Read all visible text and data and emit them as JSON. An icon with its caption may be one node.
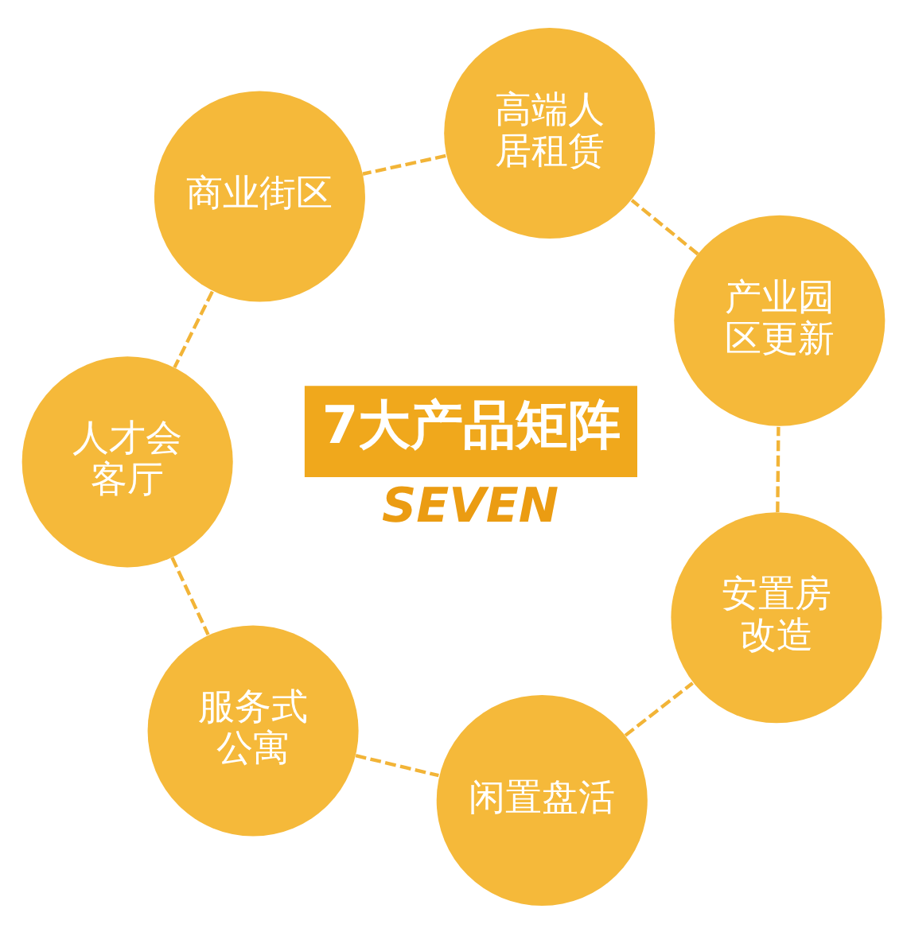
{
  "diagram": {
    "nodes": [
      {
        "text": [
          "7大产品矩阵",
          "SEVEN"
        ]
      },
      {
        "text": [
          "安置房改造"
        ]
      },
      {
        "text": [
          "产业园区更新"
        ]
      },
      {
        "text": [
          "高端人居租赁"
        ]
      },
      {
        "text": [
          "商业街区"
        ]
      },
      {
        "text": [
          "人才会客厅"
        ]
      },
      {
        "text": [
          "服务式公寓"
        ]
      },
      {
        "text": [
          "闲置盘活"
        ]
      }
    ],
    "edges": [
      {
        "from": 1,
        "to": 2,
        "arrow": "none",
        "style": "dashed"
      },
      {
        "from": 2,
        "to": 3,
        "arrow": "none",
        "style": "dashed"
      },
      {
        "from": 3,
        "to": 4,
        "arrow": "none",
        "style": "dashed"
      },
      {
        "from": 4,
        "to": 5,
        "arrow": "none",
        "style": "dashed"
      },
      {
        "from": 5,
        "to": 6,
        "arrow": "none",
        "style": "dashed"
      },
      {
        "from": 6,
        "to": 7,
        "arrow": "none",
        "style": "dashed"
      },
      {
        "from": 7,
        "to": 1,
        "arrow": "none",
        "style": "dashed"
      }
    ]
  }
}
